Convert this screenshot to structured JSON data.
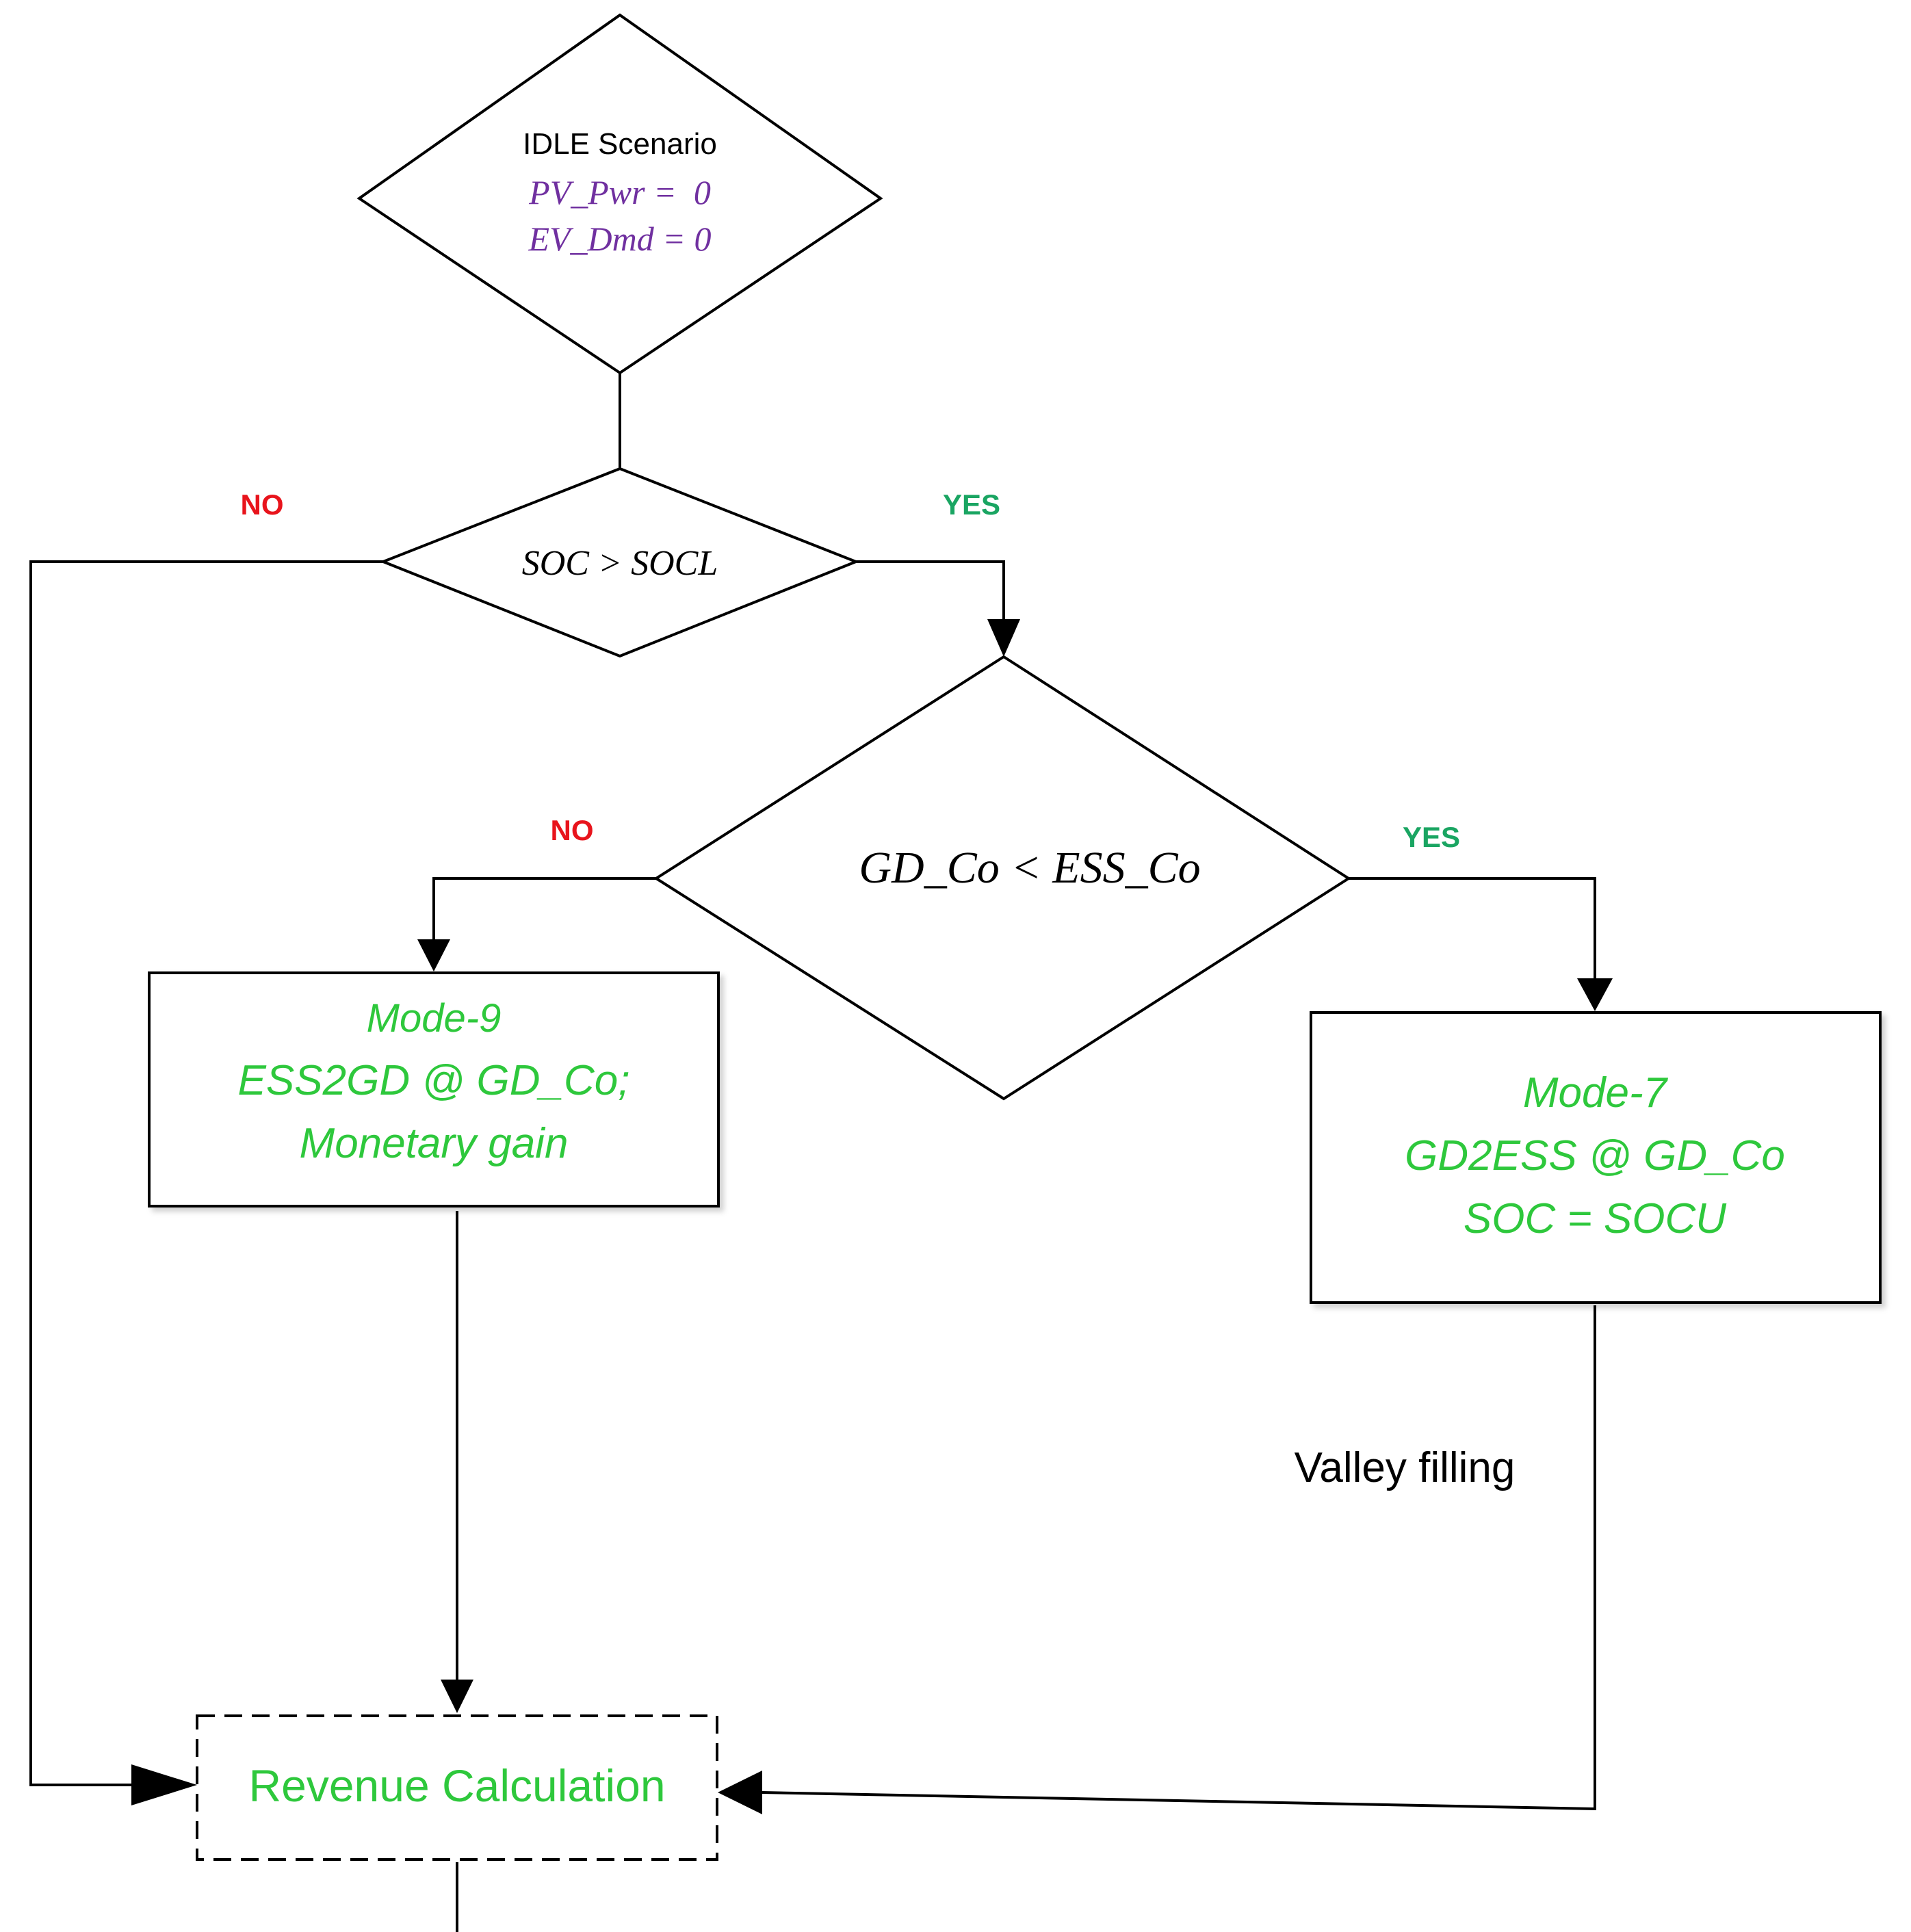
{
  "idle_decision": {
    "title": "IDLE Scenario",
    "line1": "PV_Pwr =  0",
    "line2": "EV_Dmd = 0"
  },
  "soc_decision": {
    "condition": "SOC > SOCL",
    "no_label": "NO",
    "yes_label": "YES"
  },
  "cost_decision": {
    "condition": "GD_Co < ESS_Co",
    "no_label": "NO",
    "yes_label": "YES"
  },
  "mode9_box": {
    "line1": "Mode-9",
    "line2": "ESS2GD @ GD_Co;",
    "line3": "Monetary gain"
  },
  "mode7_box": {
    "line1": "Mode-7",
    "line2": "GD2ESS @ GD_Co",
    "line3": "SOC = SOCU"
  },
  "valley_label": "Valley filling",
  "revenue_box": {
    "label": "Revenue Calculation"
  },
  "colors": {
    "line": "#000000",
    "no": "#e8141c",
    "yes": "#1aa562",
    "mode_text": "#2ec83c",
    "formula_purple": "#7030a0"
  }
}
